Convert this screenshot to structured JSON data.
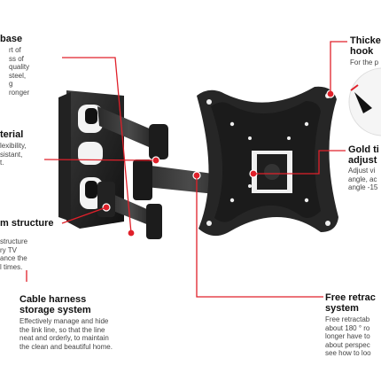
{
  "accent_color": "#e0202a",
  "callouts": {
    "base": {
      "title": "base",
      "lines": [
        "rt of",
        "ss of",
        "quality",
        "steel,",
        "g",
        "ronger"
      ]
    },
    "material": {
      "title": "terial",
      "lines": [
        "lexibility,",
        "sistant,",
        "t."
      ]
    },
    "arm_structure": {
      "title": "m structure",
      "lines": [
        "structure",
        "ry TV",
        "ance the",
        "l times."
      ]
    },
    "cable": {
      "title_lines": [
        "Cable harness",
        "storage system"
      ],
      "lines": [
        "Effectively manage and hide",
        "the link line, so that the line",
        "neat and orderly, to maintain",
        "the clean and beautiful home."
      ]
    },
    "hook": {
      "title_lines": [
        "Thicke",
        "hook"
      ],
      "lines": [
        "For the p"
      ]
    },
    "gold_tilt": {
      "title_lines": [
        "Gold ti",
        "adjust"
      ],
      "lines": [
        "Adjust vi",
        "angle, ac",
        "angle -15"
      ]
    },
    "free_retract": {
      "title_lines": [
        "Free retrac",
        "system"
      ],
      "lines": [
        "Free retractab",
        "about 180 ° ro",
        "longer have to",
        "about perspec",
        "see how to loo"
      ]
    }
  }
}
